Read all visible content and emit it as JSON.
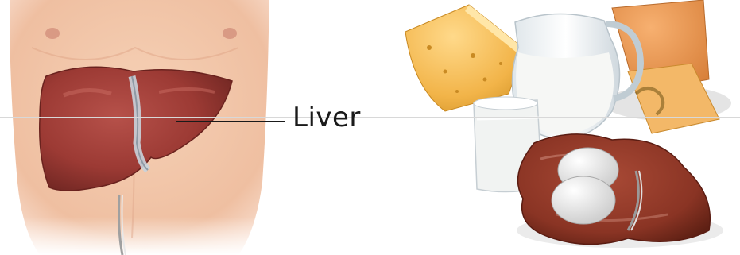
{
  "labels": {
    "liver": "Liver"
  },
  "icons": {
    "left_illustration": "torso-with-liver-illustration",
    "right_illustration": "dairy-meat-eggs-illustration"
  },
  "colors": {
    "skin": "#f2c7aa",
    "liver": "#9e3b34",
    "cheese": "#f0b24a",
    "milk": "#eef1f3",
    "meat": "#8a3b2b"
  }
}
